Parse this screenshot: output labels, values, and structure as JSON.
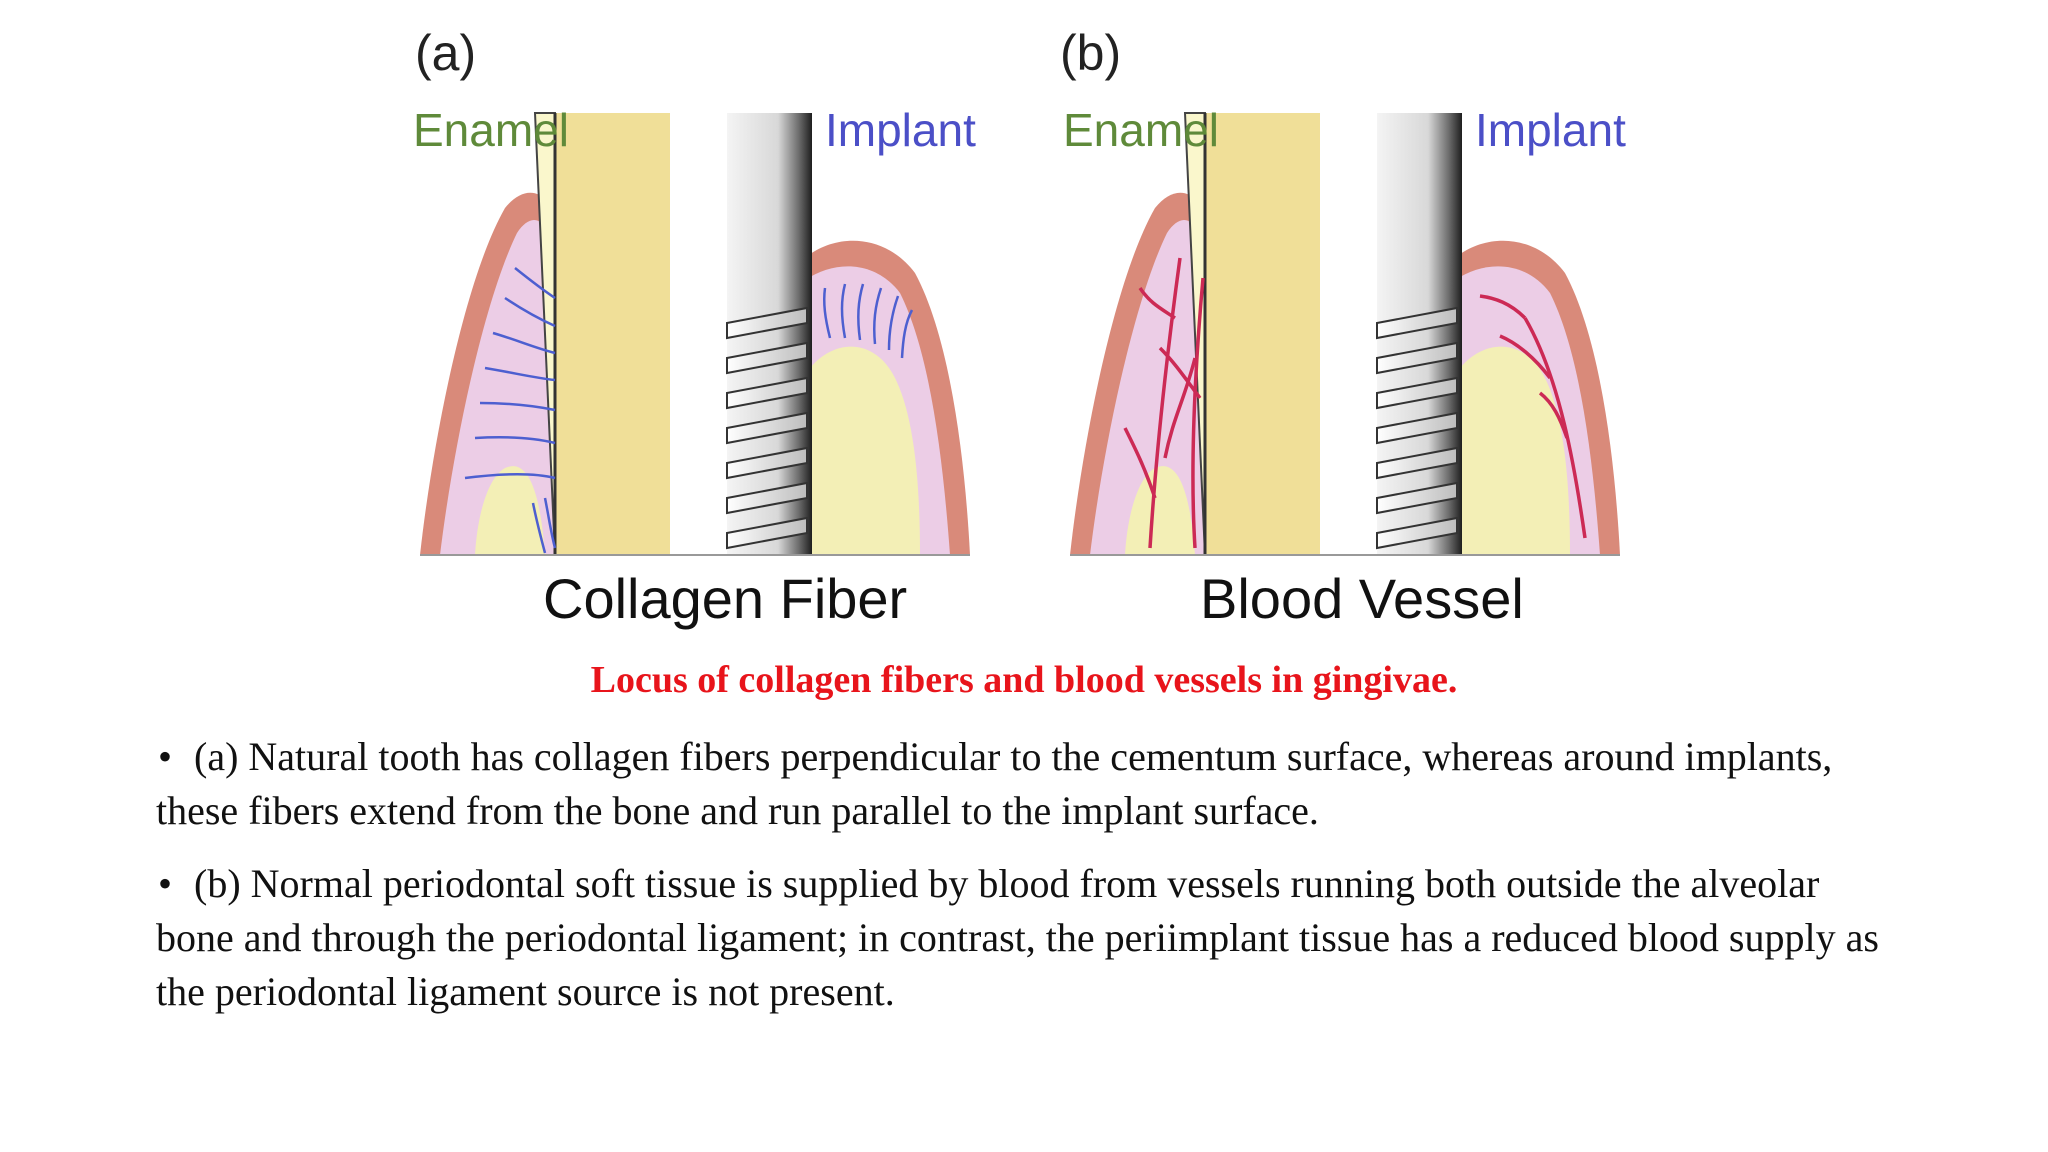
{
  "figure": {
    "panel_a": {
      "letter": "(a)",
      "enamel_label": "Enamel",
      "implant_label": "Implant",
      "bottom_label": "Collagen Fiber"
    },
    "panel_b": {
      "letter": "(b)",
      "enamel_label": "Enamel",
      "implant_label": "Implant",
      "bottom_label": "Blood Vessel"
    },
    "colors": {
      "gingiva_outer": "#d98a7a",
      "gingiva_inner": "#eccde6",
      "bone": "#f3efb6",
      "tooth": "#f0df98",
      "enamel": "#faf7cc",
      "fiber": "#4d5fd0",
      "vessel": "#cc2a55"
    }
  },
  "caption": "Locus of collagen fibers and blood vessels in gingivae.",
  "bullets": [
    {
      "symbol": "•",
      "text": "(a) Natural tooth has collagen fibers perpendicular to the cementum surface, whereas around implants, these fibers extend from the bone and run parallel to the implant surface."
    },
    {
      "symbol": "•",
      "text": "(b) Normal periodontal soft tissue is supplied by blood from vessels running both outside the alveolar bone and through the periodontal ligament; in contrast, the periimplant tissue has a reduced blood supply as the periodontal ligament source is not present."
    }
  ]
}
